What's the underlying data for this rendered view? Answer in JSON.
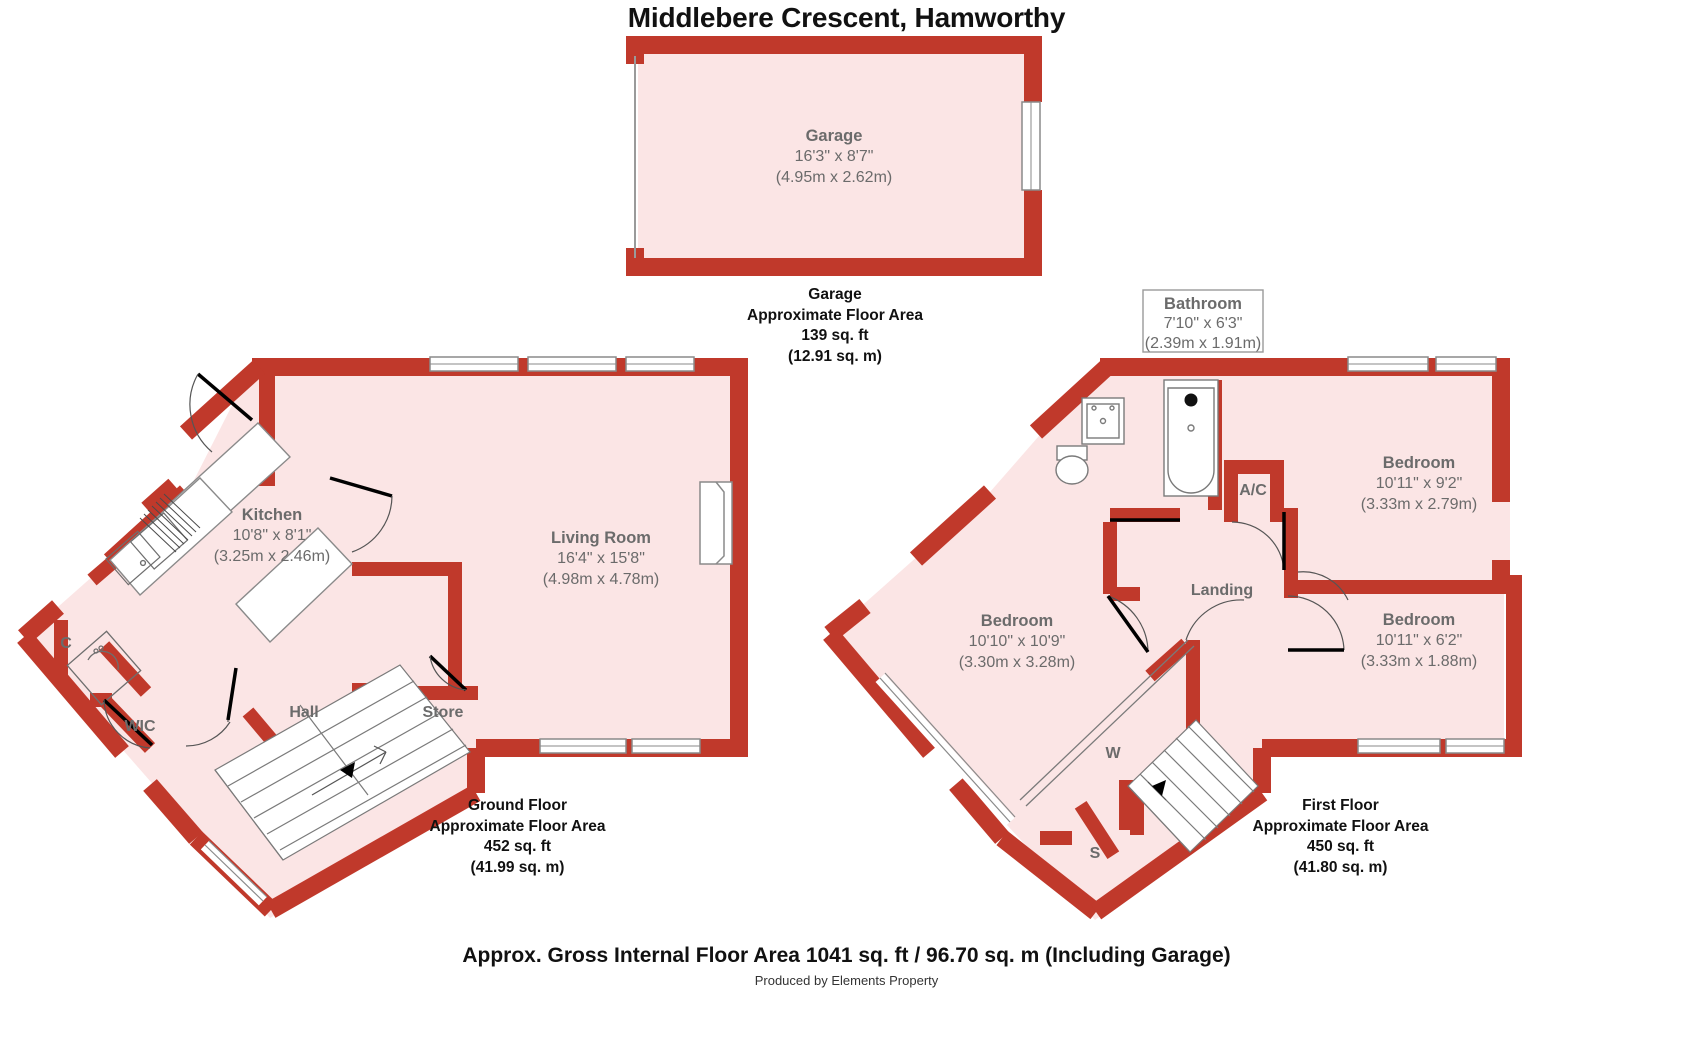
{
  "title": "Middlebere Crescent, Hamworthy",
  "colors": {
    "wall": "#C0392B",
    "floor_fill": "#FBE5E5",
    "label_text": "#6B6B6B",
    "caption_text": "#111111",
    "fixture_stroke": "#6E6E6E",
    "door_swing": "#000000"
  },
  "garage": {
    "room": {
      "name": "Garage",
      "dim_imperial": "16'3\" x 8'7\"",
      "dim_metric": "(4.95m x 2.62m)"
    },
    "caption": {
      "line1": "Garage",
      "line2": "Approximate Floor Area",
      "line3": "139 sq. ft",
      "line4": "(12.91 sq. m)"
    }
  },
  "ground_floor": {
    "rooms": [
      {
        "name": "Kitchen",
        "dim_imperial": "10'8\" x 8'1\"",
        "dim_metric": "(3.25m x 2.46m)"
      },
      {
        "name": "Living Room",
        "dim_imperial": "16'4\" x 15'8\"",
        "dim_metric": "(4.98m x 4.78m)"
      }
    ],
    "small_labels": [
      {
        "name": "C"
      },
      {
        "name": "WIC"
      },
      {
        "name": "Hall"
      },
      {
        "name": "Store"
      }
    ],
    "caption": {
      "line1": "Ground Floor",
      "line2": "Approximate Floor Area",
      "line3": "452 sq. ft",
      "line4": "(41.99 sq. m)"
    }
  },
  "first_floor": {
    "rooms": [
      {
        "name": "Bathroom",
        "dim_imperial": "7'10\" x 6'3\"",
        "dim_metric": "(2.39m x 1.91m)"
      },
      {
        "name": "Bedroom",
        "dim_imperial": "10'11\" x 9'2\"",
        "dim_metric": "(3.33m x 2.79m)"
      },
      {
        "name": "Bedroom",
        "dim_imperial": "10'10\" x 10'9\"",
        "dim_metric": "(3.30m x 3.28m)"
      },
      {
        "name": "Bedroom",
        "dim_imperial": "10'11\" x 6'2\"",
        "dim_metric": "(3.33m x 1.88m)"
      }
    ],
    "small_labels": [
      {
        "name": "A/C"
      },
      {
        "name": "Landing"
      },
      {
        "name": "W"
      },
      {
        "name": "S"
      }
    ],
    "caption": {
      "line1": "First Floor",
      "line2": "Approximate Floor Area",
      "line3": "450 sq. ft",
      "line4": "(41.80 sq. m)"
    }
  },
  "footer": {
    "gross_area": "Approx. Gross Internal Floor Area 1041 sq. ft / 96.70 sq. m (Including Garage)",
    "producer": "Produced by Elements Property"
  }
}
